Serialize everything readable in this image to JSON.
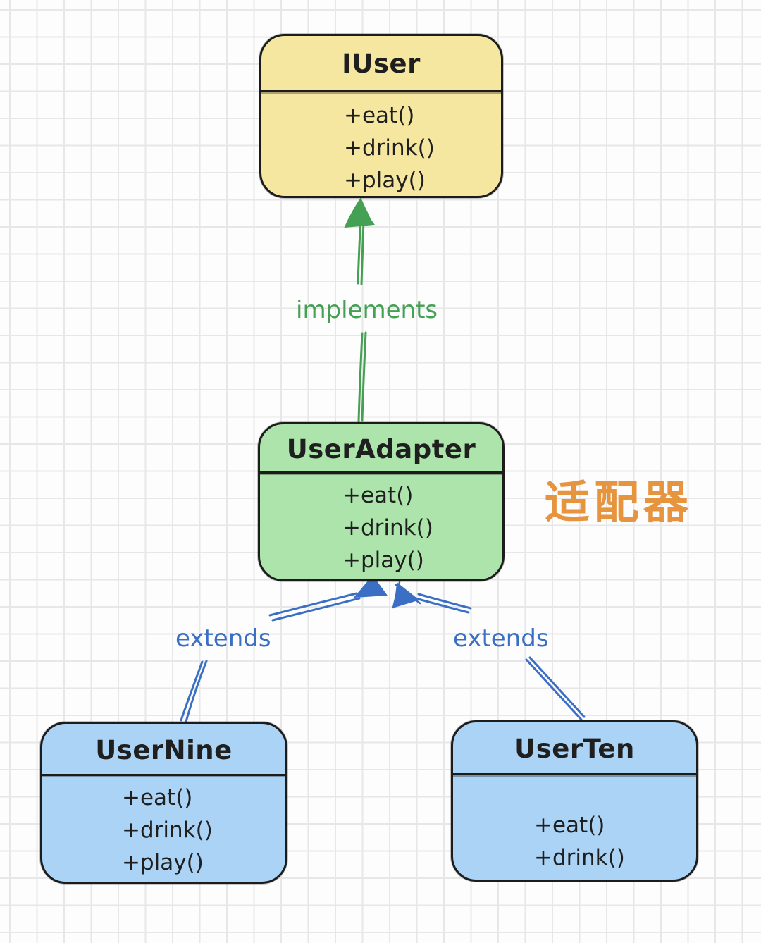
{
  "diagram": {
    "classes": [
      {
        "name": "IUser",
        "methods": [
          "+eat()",
          "+drink()",
          "+play()"
        ],
        "fill": "#f6e7a0"
      },
      {
        "name": "UserAdapter",
        "methods": [
          "+eat()",
          "+drink()",
          "+play()"
        ],
        "fill": "#ace4ab"
      },
      {
        "name": "UserNine",
        "methods": [
          "+eat()",
          "+drink()",
          "+play()"
        ],
        "fill": "#aad3f5"
      },
      {
        "name": "UserTen",
        "methods": [
          "+eat()",
          "+drink()"
        ],
        "fill": "#aad3f5"
      }
    ],
    "relations": [
      {
        "label": "implements",
        "from": "UserAdapter",
        "to": "IUser",
        "color": "#44a052"
      },
      {
        "label": "extends",
        "from": "UserNine",
        "to": "UserAdapter",
        "color": "#3a6fc4"
      },
      {
        "label": "extends",
        "from": "UserTen",
        "to": "UserAdapter",
        "color": "#3a6fc4"
      }
    ],
    "annotation": {
      "text": "适配器",
      "color": "#e6953e"
    }
  },
  "colors": {
    "border": "#1c1c1c",
    "grid_line": "#e7e7e7",
    "background": "#fdfdfd"
  }
}
